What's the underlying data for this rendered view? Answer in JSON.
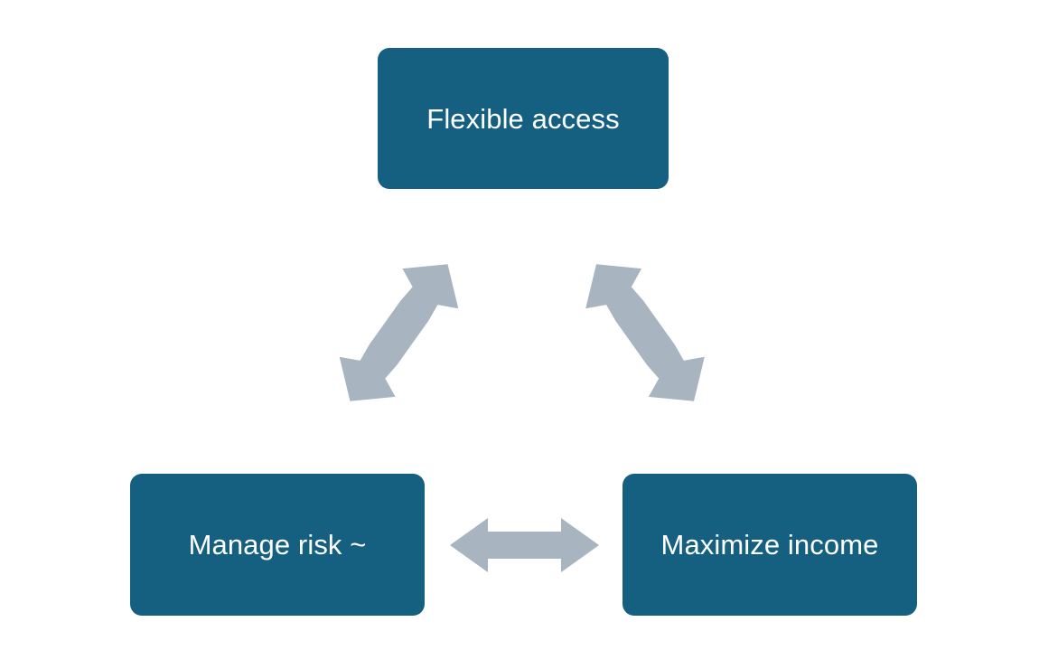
{
  "diagram": {
    "title": "",
    "background_color": "#ffffff",
    "node_color": "#155f80",
    "node_text_color": "#ffffff",
    "arrow_color": "#a8b4c0",
    "nodes": [
      {
        "id": "flexible-access",
        "label": "Flexible access",
        "position": "top"
      },
      {
        "id": "manage-risk",
        "label": "Manage risk ~",
        "position": "bottom-left"
      },
      {
        "id": "maximize-income",
        "label": "Maximize income",
        "position": "bottom-right"
      }
    ],
    "connectors": [
      {
        "id": "left-diagonal",
        "from": "manage-risk",
        "to": "flexible-access",
        "style": "double-headed",
        "orientation": "diagonal-up-right"
      },
      {
        "id": "right-diagonal",
        "from": "flexible-access",
        "to": "maximize-income",
        "style": "double-headed",
        "orientation": "diagonal-down-right"
      },
      {
        "id": "bottom-horizontal",
        "from": "manage-risk",
        "to": "maximize-income",
        "style": "double-headed",
        "orientation": "horizontal"
      }
    ]
  }
}
